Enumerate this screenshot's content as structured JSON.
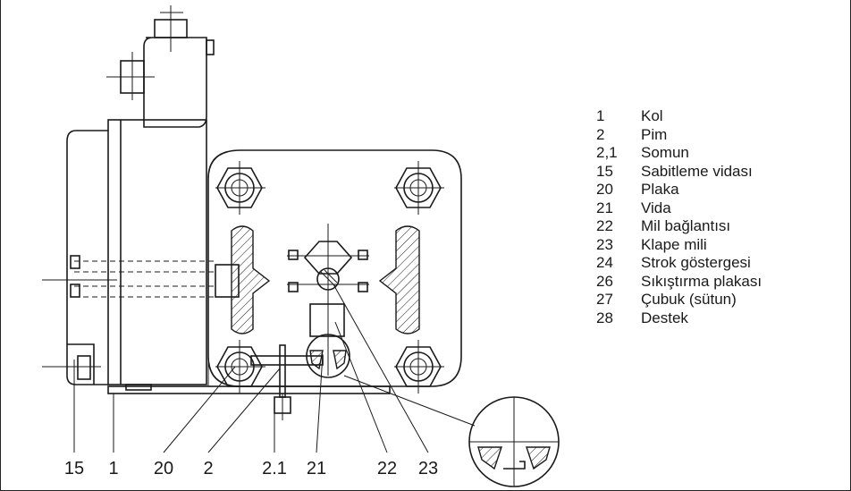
{
  "legend": [
    {
      "number": "1",
      "label": "Kol"
    },
    {
      "number": "2",
      "label": "Pim"
    },
    {
      "number": "2,1",
      "label": "Somun"
    },
    {
      "number": "15",
      "label": "Sabitleme vidası"
    },
    {
      "number": "20",
      "label": "Plaka"
    },
    {
      "number": "21",
      "label": "Vida"
    },
    {
      "number": "22",
      "label": "Mil bağlantısı"
    },
    {
      "number": "23",
      "label": "Klape mili"
    },
    {
      "number": "24",
      "label": "Strok göstergesi"
    },
    {
      "number": "26",
      "label": "Sıkıştırma plakası"
    },
    {
      "number": "27",
      "label": "Çubuk (sütun)"
    },
    {
      "number": "28",
      "label": "Destek"
    }
  ],
  "callouts": [
    "15",
    "1",
    "20",
    "2",
    "2.1",
    "21",
    "22",
    "23"
  ]
}
